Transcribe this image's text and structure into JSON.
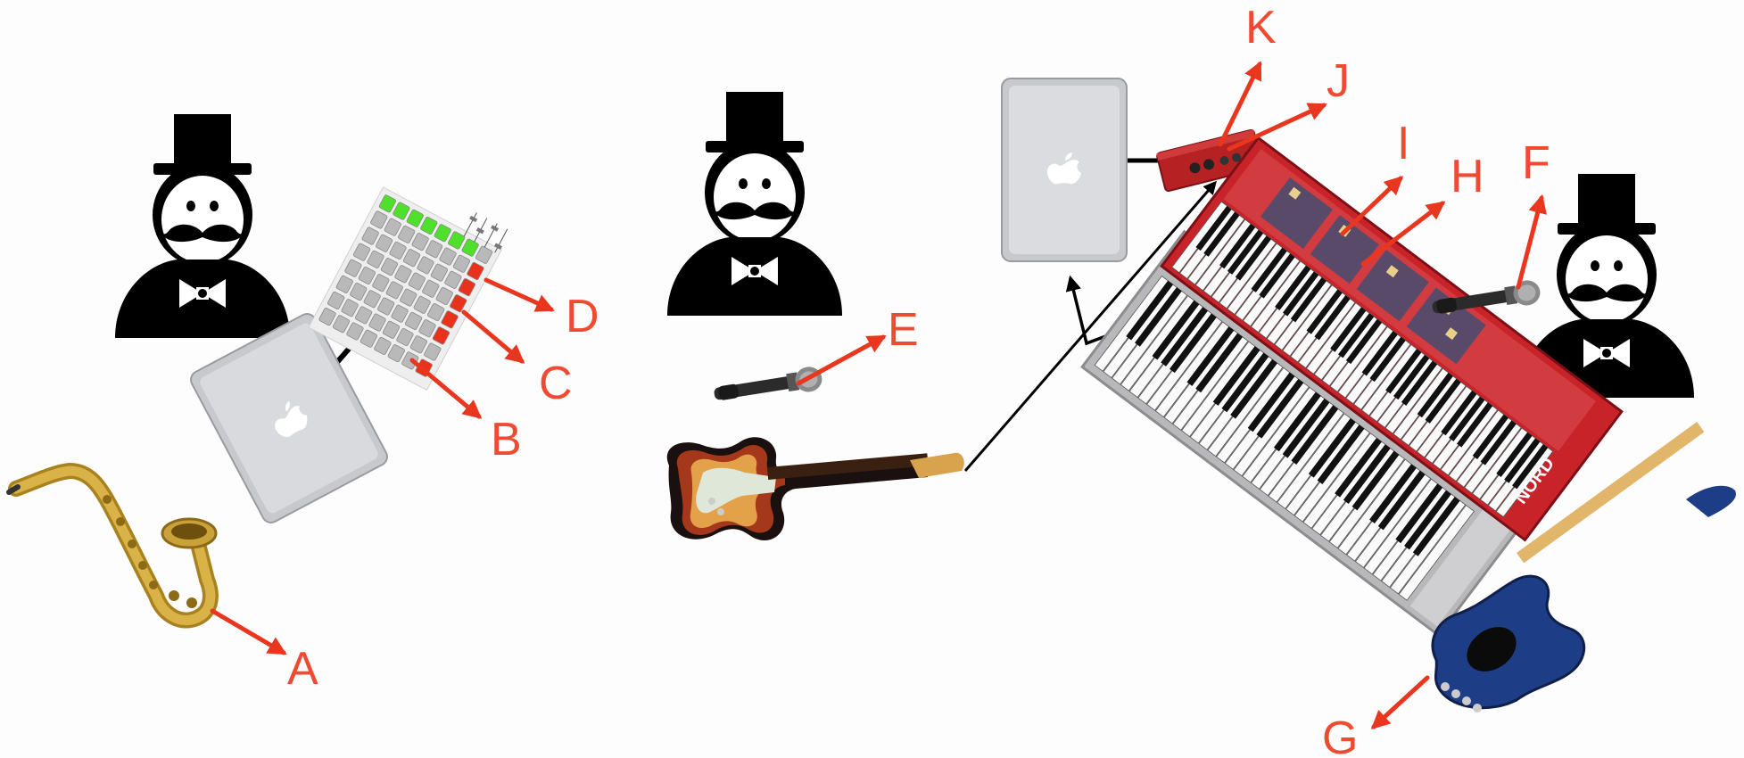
{
  "labels": {
    "A": "A",
    "B": "B",
    "C": "C",
    "D": "D",
    "E": "E",
    "F": "F",
    "G": "G",
    "H": "H",
    "I": "I",
    "J": "J",
    "K": "K"
  },
  "keyboard_brand": "NORD",
  "colors": {
    "arrow": "#e8361f",
    "label": "#ee4b32",
    "figure": "#000000",
    "laptop": "#c8c9cc",
    "pad_green": "#4ee02a",
    "pad_red": "#e8321c",
    "pad_gray": "#b9b9b9",
    "keyboard_red": "#c9232a",
    "bass_blue": "#1d3d86",
    "sax_gold": "#c9a23a"
  },
  "icons": [
    "performer-icon",
    "laptop-icon",
    "launchpad-icon",
    "saxophone-icon",
    "microphone-icon",
    "electric-guitar-icon",
    "audio-interface-icon",
    "stage-piano-icon",
    "midi-keyboard-icon",
    "bass-guitar-icon"
  ]
}
